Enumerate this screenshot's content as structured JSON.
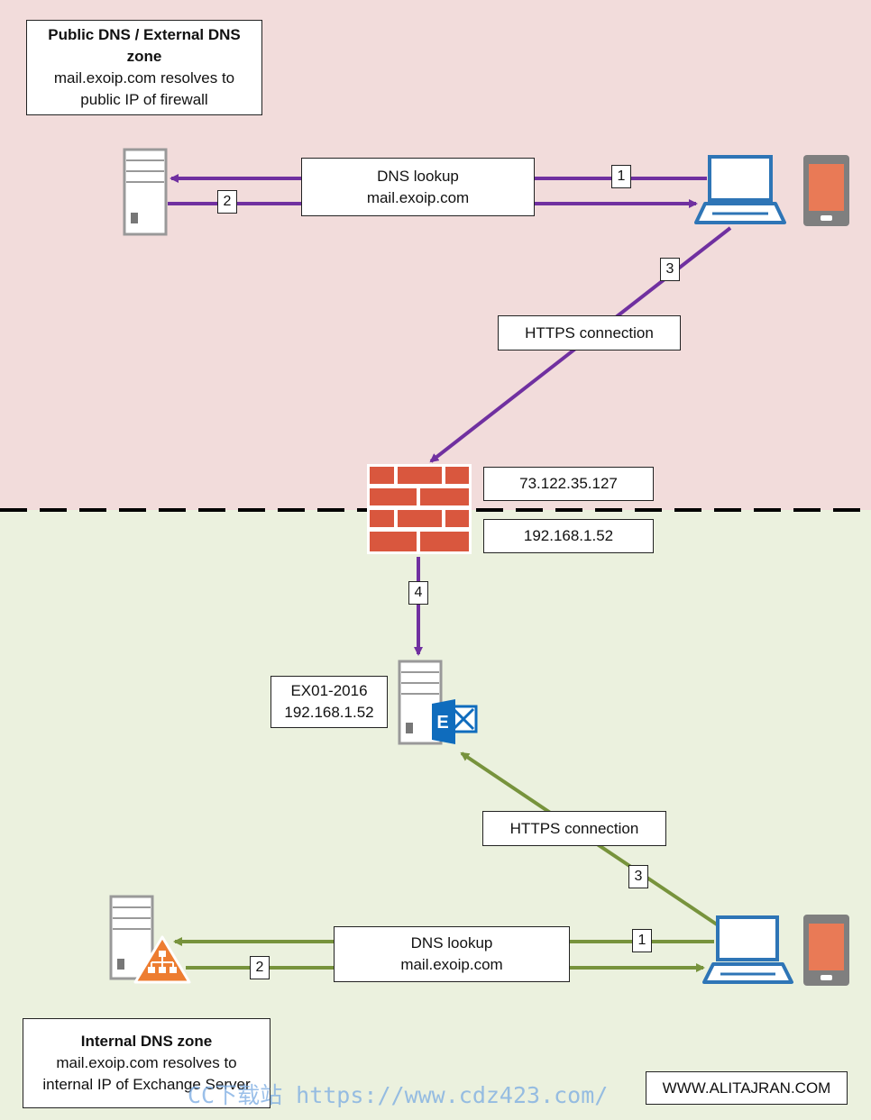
{
  "public_zone": {
    "title": "Public DNS / External DNS zone",
    "desc": "mail.exoip.com resolves to public IP of firewall"
  },
  "internal_zone": {
    "title": "Internal DNS zone",
    "desc": "mail.exoip.com resolves to internal IP of Exchange Server"
  },
  "dns_lookup": {
    "label": "DNS lookup",
    "host": "mail.exoip.com"
  },
  "https_label": "HTTPS connection",
  "firewall": {
    "public_ip": "73.122.35.127",
    "internal_ip": "192.168.1.52"
  },
  "exchange": {
    "name": "EX01-2016",
    "ip": "192.168.1.52",
    "logo_letter": "E"
  },
  "steps": {
    "one": "1",
    "two": "2",
    "three": "3",
    "four": "4"
  },
  "credit": "WWW.ALITAJRAN.COM",
  "watermark": "CC下载站 https://www.cdz423.com/",
  "colors": {
    "public_bg": "#f2dcdb",
    "internal_bg": "#ebf1de",
    "purple": "#7030a0",
    "green": "#77933c",
    "firewall": "#d9573e",
    "laptop": "#2e75b6",
    "phone_screen": "#e97a56",
    "exchange": "#0f6cbd",
    "dns_badge": "#ed7d31"
  },
  "icons": [
    "server-icon",
    "laptop-icon",
    "phone-icon",
    "firewall-icon",
    "exchange-logo-icon",
    "dns-badge-icon"
  ]
}
